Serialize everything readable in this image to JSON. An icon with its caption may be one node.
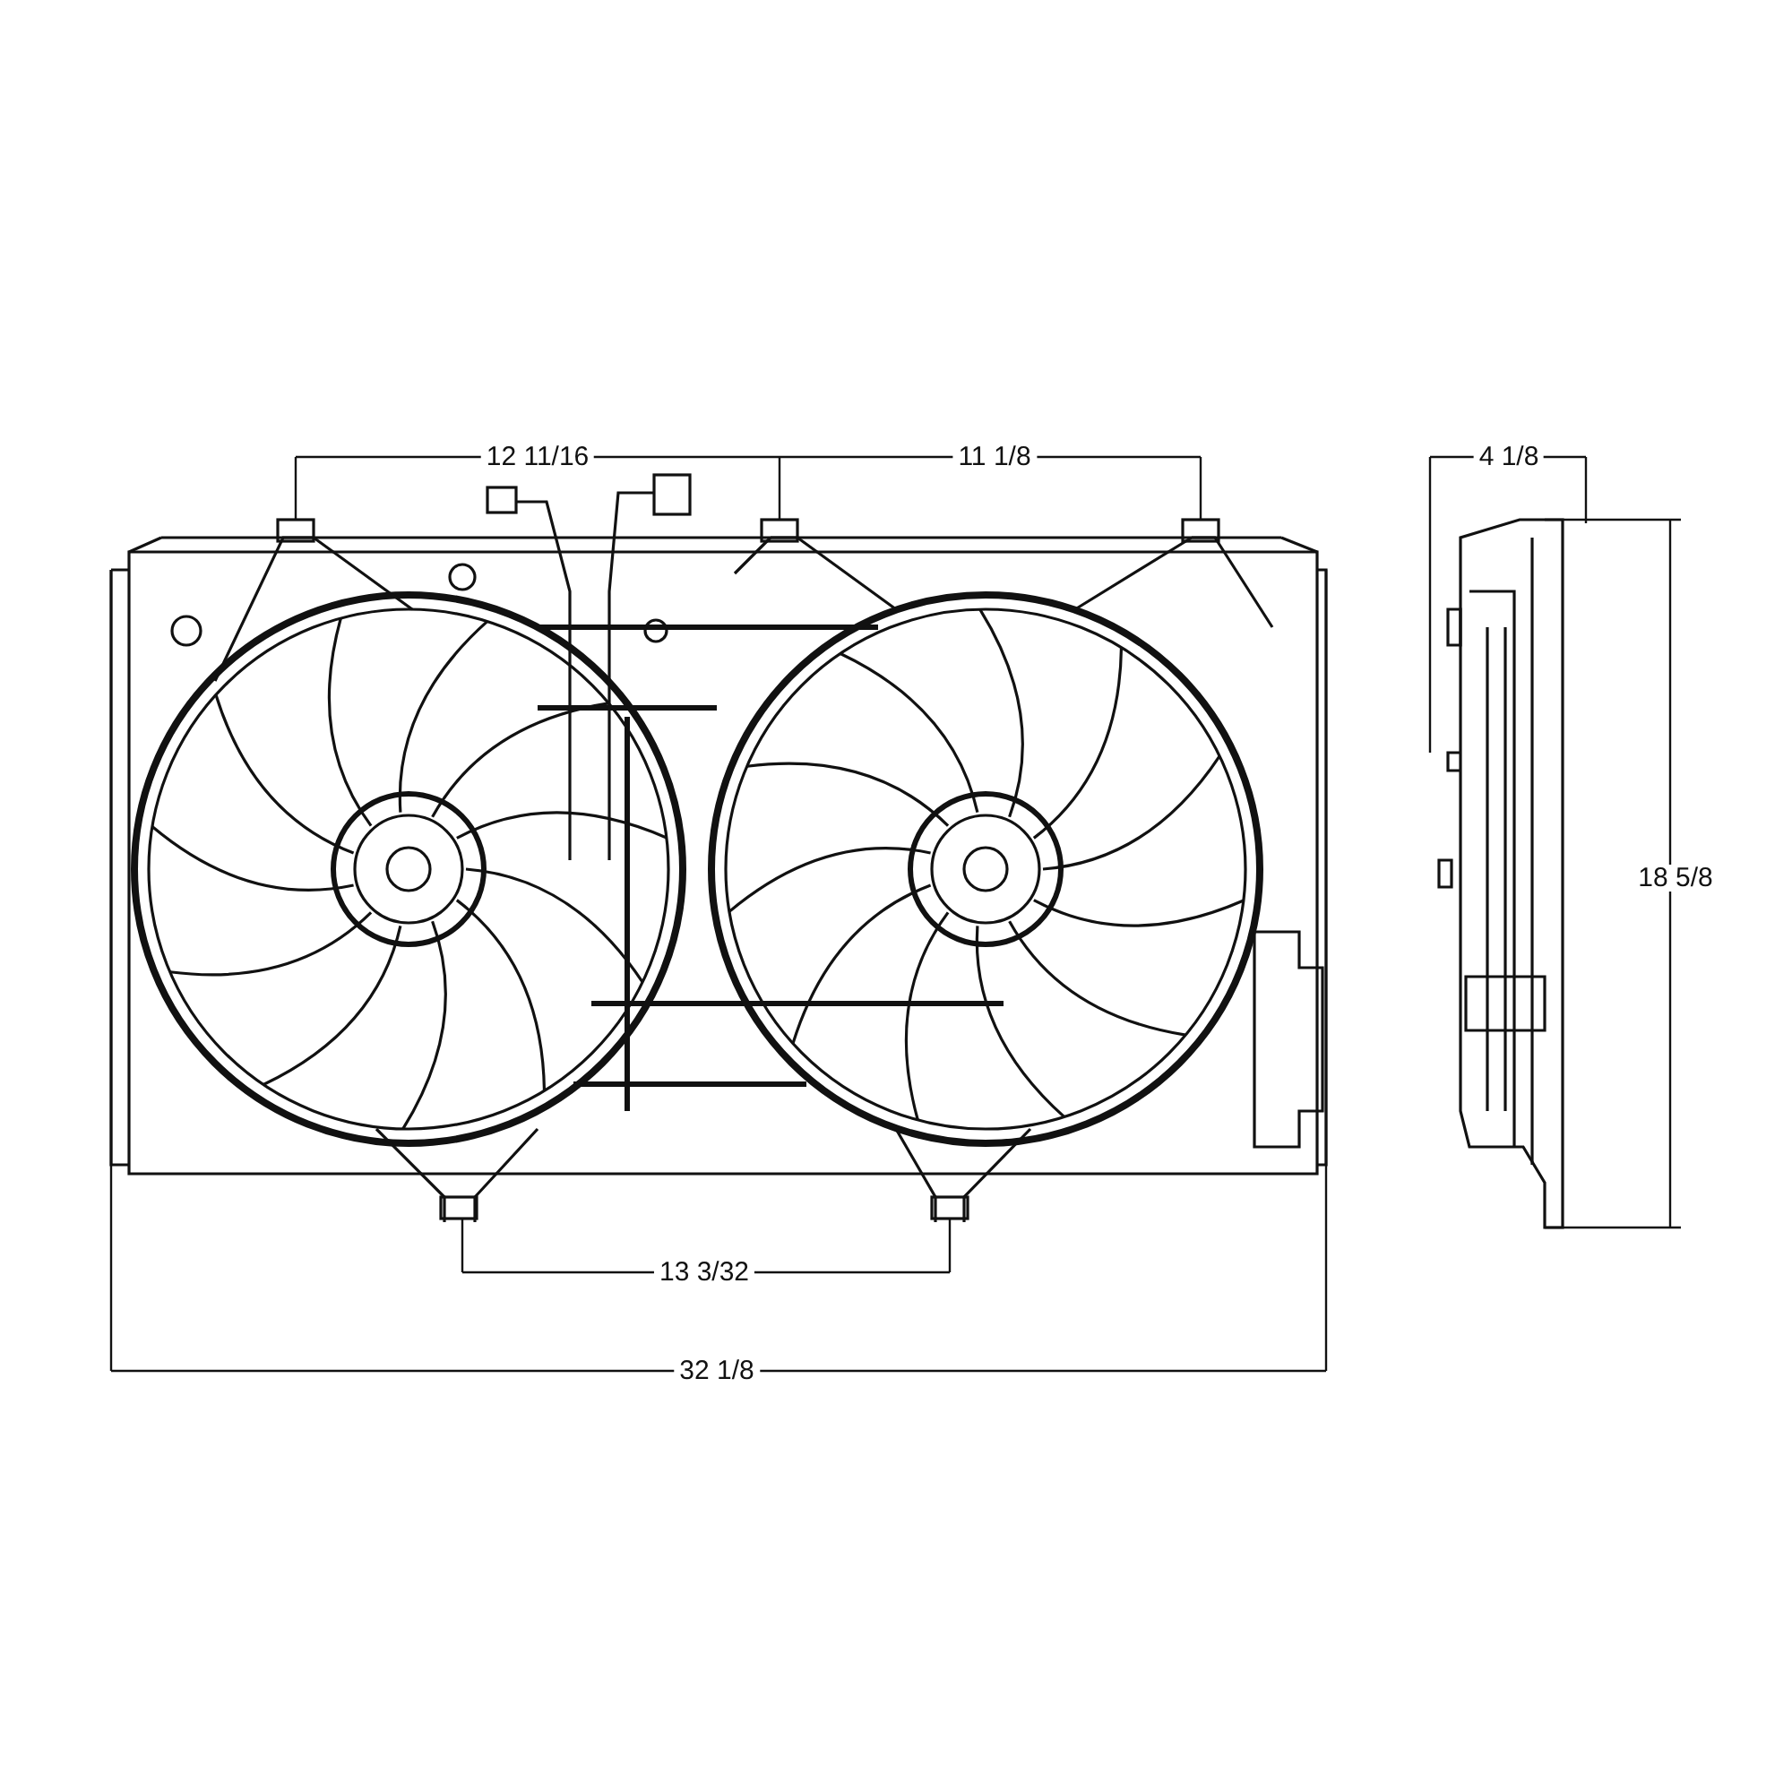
{
  "diagram": {
    "labels": [
      "12 11/16",
      "11 1/8",
      "4 1/8",
      "18 5/8",
      "13 3/32",
      "32 1/8"
    ]
  }
}
